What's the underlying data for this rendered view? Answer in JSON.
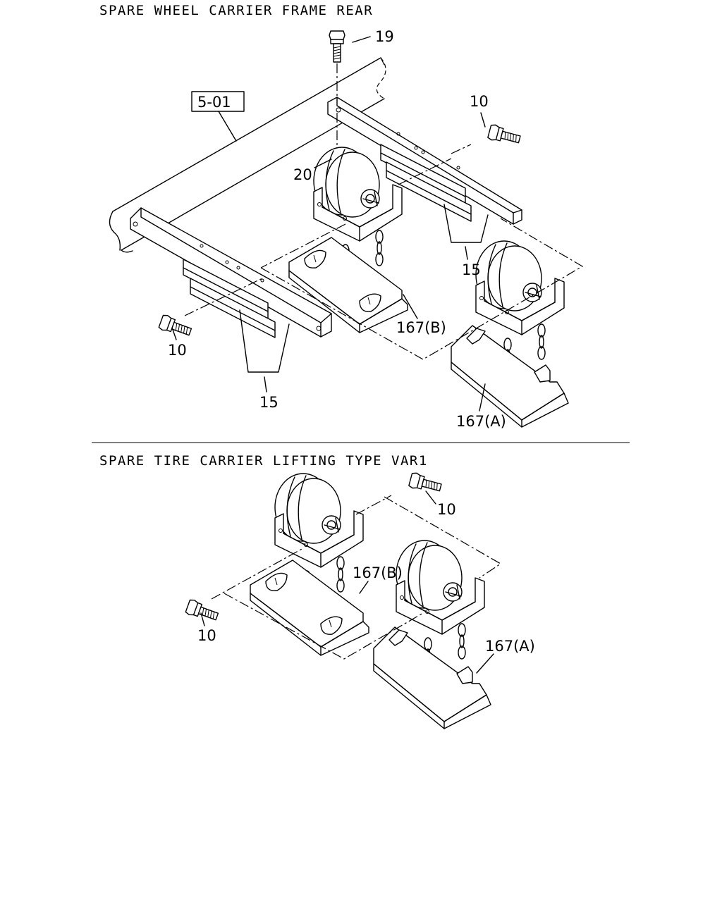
{
  "titles": {
    "top": "SPARE WHEEL CARRIER FRAME REAR",
    "bottom": "SPARE TIRE CARRIER LIFTING TYPE VAR1"
  },
  "refbox": "5-01",
  "top_labels": {
    "p19": "19",
    "p10_right": "10",
    "p20": "20",
    "p15_right": "15",
    "p167b": "167(B)",
    "p10_left": "10",
    "p15_left": "15",
    "p167a": "167(A)"
  },
  "bottom_labels": {
    "p10_right": "10",
    "p167b": "167(B)",
    "p10_left": "10",
    "p167a": "167(A)"
  }
}
